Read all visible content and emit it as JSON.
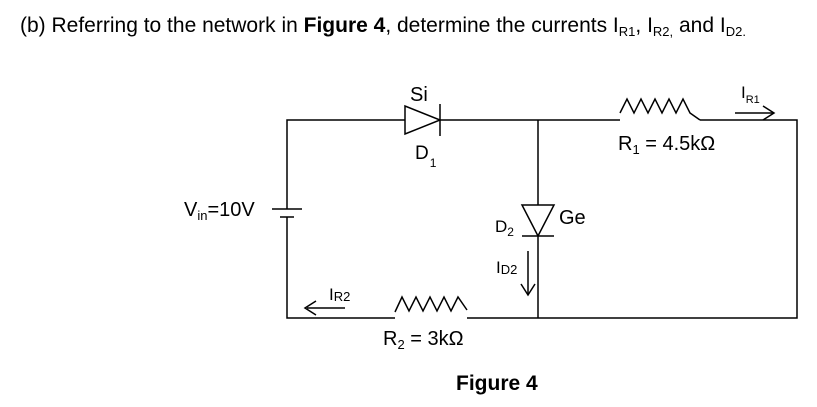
{
  "question": {
    "prefix": "(b) Referring to the network in ",
    "figure_ref": "Figure 4",
    "middle": ", determine the currents ",
    "i1_main": "I",
    "i1_sub": "R1",
    "sep1": ", ",
    "i2_main": "I",
    "i2_sub": "R2,",
    "sep2": " and ",
    "i3_main": "I",
    "i3_sub": "D2."
  },
  "circuit": {
    "diode1_material": "Si",
    "diode1_label_main": "D",
    "diode1_label_sub": "1",
    "diode2_material": "Ge",
    "diode2_label_main": "D",
    "diode2_label_sub": "2",
    "source_label_main": "V",
    "source_label_sub": "in",
    "source_label_value": "=10V",
    "r1_label_main": "R",
    "r1_label_sub": "1",
    "r1_label_value": " = 4.5kΩ",
    "r2_label_main": "R",
    "r2_label_sub": "2",
    "r2_label_value": " = 3kΩ",
    "ir1_main": "I",
    "ir1_sub": "R1",
    "ir2_main": "I",
    "ir2_sub": "R2",
    "id2_main": "I",
    "id2_sub": "D2"
  },
  "figure_caption": "Figure 4"
}
